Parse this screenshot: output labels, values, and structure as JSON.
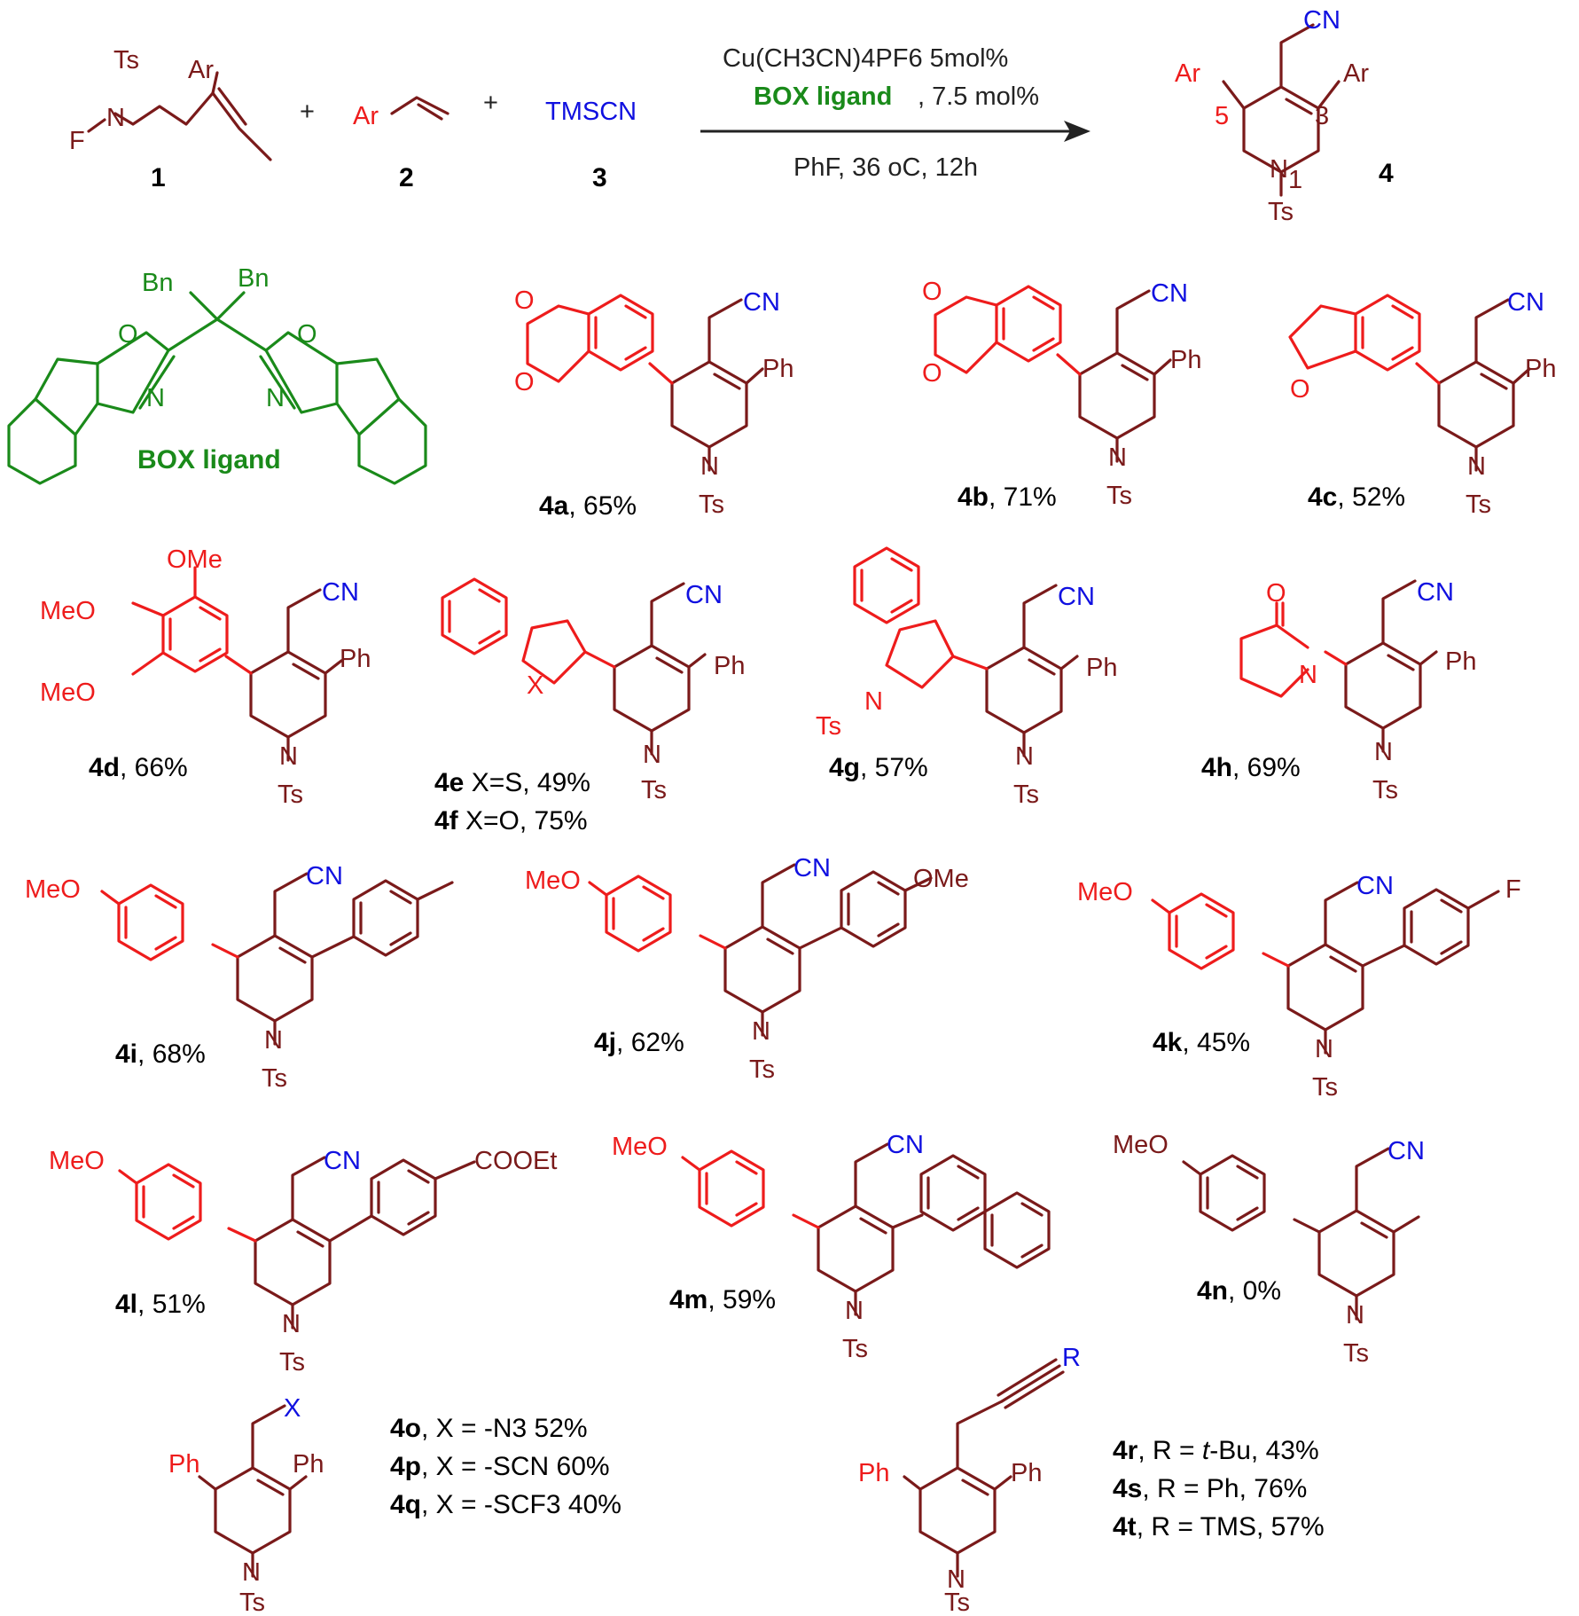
{
  "reaction": {
    "reagent_1": {
      "number": "1",
      "labels": [
        "Ts",
        "N",
        "F",
        "Ar"
      ]
    },
    "reagent_2": {
      "number": "2",
      "label": "Ar"
    },
    "reagent_3": {
      "number": "3",
      "label": "TMSCN"
    },
    "plus_sign": "+",
    "product": {
      "number": "4",
      "labels": {
        "cn": "CN",
        "ar_left": "Ar",
        "ar_right": "Ar",
        "pos5": "5",
        "pos3": "3",
        "pos1": "1",
        "n": "N",
        "ts": "Ts"
      }
    },
    "conditions": {
      "catalyst": "Cu(CH3CN)4PF6 5mol%",
      "ligand_name": "BOX ligand",
      "ligand_loading": ", 7.5 mol%",
      "solvent_temp_time": "PhF, 36 oC, 12h"
    }
  },
  "box_ligand": {
    "label": "BOX ligand",
    "bn": "Bn",
    "o": "O",
    "n": "N"
  },
  "common_labels": {
    "cn": "CN",
    "ph": "Ph",
    "n": "N",
    "ts": "Ts",
    "o": "O",
    "ome": "OMe",
    "meo": "MeO",
    "f": "F",
    "cooet": "COOEt",
    "x": "X",
    "r": "R"
  },
  "products": [
    {
      "id": "4a",
      "yield": ", 65%"
    },
    {
      "id": "4b",
      "yield": ", 71%"
    },
    {
      "id": "4c",
      "yield": ", 52%"
    },
    {
      "id": "4d",
      "yield": ", 66%"
    },
    {
      "id": "4e",
      "yield": " X=S, 49%"
    },
    {
      "id": "4f",
      "yield": "  X=O, 75%"
    },
    {
      "id": "4g",
      "yield": ", 57%"
    },
    {
      "id": "4h",
      "yield": ", 69%"
    },
    {
      "id": "4i",
      "yield": ", 68%"
    },
    {
      "id": "4j",
      "yield": ", 62%"
    },
    {
      "id": "4k",
      "yield": ", 45%"
    },
    {
      "id": "4l",
      "yield": ", 51%"
    },
    {
      "id": "4m",
      "yield": ", 59%"
    },
    {
      "id": "4n",
      "yield": ", 0%"
    },
    {
      "id": "4o",
      "yield": ", X = -N3 52%"
    },
    {
      "id": "4p",
      "yield": ", X = -SCN 60%"
    },
    {
      "id": "4q",
      "yield": ", X = -SCF3 40%"
    },
    {
      "id": "4r",
      "yield_pre": ", R = ",
      "yield_it": "t",
      "yield_post": "-Bu, 43%"
    },
    {
      "id": "4s",
      "yield": ", R = Ph, 76%"
    },
    {
      "id": "4t",
      "yield": ", R = TMS, 57%"
    }
  ],
  "colors": {
    "dark_red": "#7a1a1a",
    "red": "#ee1c1c",
    "blue": "#1010e0",
    "green": "#1a8a1a"
  }
}
